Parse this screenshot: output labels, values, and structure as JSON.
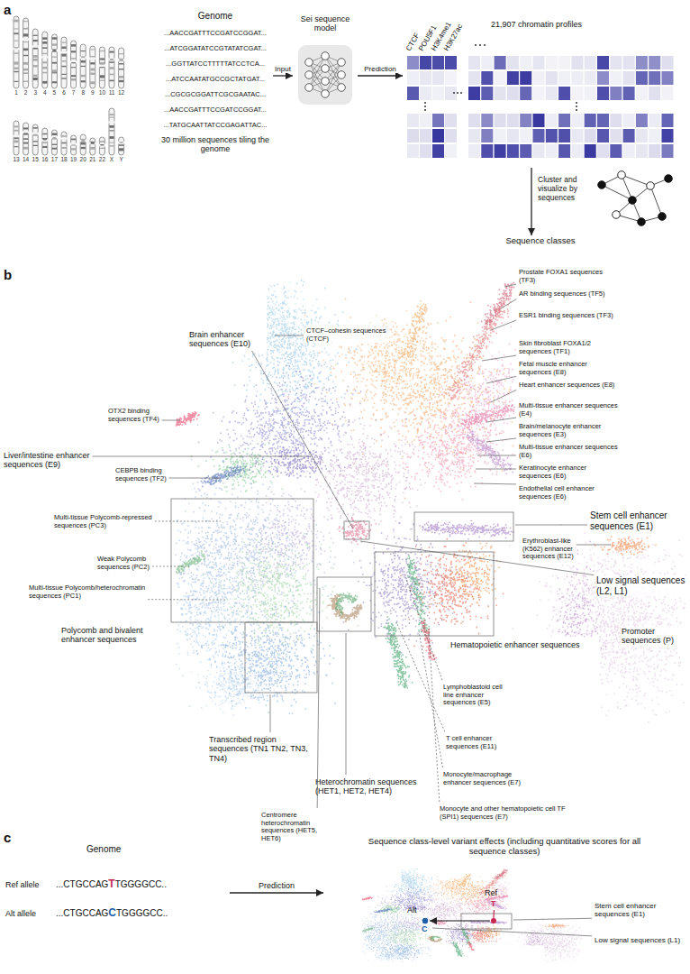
{
  "diagram": {
    "nodes": [
      {
        "text": [
          "Genome",
          "...AACCGATTTCCGATCCGGAT...",
          "...ATCGGATATCCGTATATCGAT...",
          "...GGTTATCCTTTTTATCCTCA...",
          "...ATCCAATATGCCGCTATGAT...",
          "...CGCGCGGATTCGCGAATAC...",
          "...AACCGATTTCCGATCCGGAT...",
          "...TATGCAATTATCCGAGATTAC...",
          "30 million sequences tiling the genome"
        ]
      },
      {
        "text": [
          "Sei sequence model"
        ]
      },
      {
        "text": [
          "CTCF",
          "POU5F1",
          "H3K4me1",
          "H3K27ac",
          "21,907 chromatin profiles"
        ]
      },
      {
        "text": [
          "Sequence classes"
        ]
      },
      {
        "text": [
          "Genome",
          "Ref allele",
          "...CTGCCAGTTGGGGCC..",
          "Alt allele",
          "...CTGCCAGCTGGGGCC.."
        ]
      },
      {
        "text": [
          "Sequence class-level variant effects (including quantitative scores for all sequence classes)"
        ]
      }
    ],
    "edges": [
      {
        "from": 0,
        "to": 1,
        "arrow": "to",
        "label": "Input"
      },
      {
        "from": 1,
        "to": 2,
        "arrow": "to",
        "label": "Prediction"
      },
      {
        "from": 2,
        "to": 3,
        "arrow": "to",
        "label": "Cluster and visualize by sequences"
      },
      {
        "from": 4,
        "to": 5,
        "arrow": "to",
        "label": "Prediction"
      }
    ],
    "labels": [
      "a",
      "1",
      "2",
      "3",
      "4",
      "5",
      "6",
      "7",
      "8",
      "9",
      "10",
      "11",
      "12",
      "13",
      "14",
      "15",
      "16",
      "17",
      "18",
      "19",
      "20",
      "21",
      "22",
      "X",
      "Y",
      "b",
      "CTCF–cohesin sequences (CTCF)",
      "Brain enhancer sequences (E10)",
      "OTX2 binding sequences (TF4)",
      "Liver/intestine enhancer sequences (E9)",
      "CEBPB binding sequences (TF2)",
      "Multi-tissue Polycomb-repressed sequences (PC3)",
      "Weak Polycomb sequences (PC2)",
      "Multi-tissue Polycomb/heterochromatin sequences (PC1)",
      "Polycomb and bivalent enhancer sequences",
      "Transcribed region sequences (TN1 TN2, TN3, TN4)",
      "Heterochromatin sequences (HET1, HET2, HET4)",
      "Centromere heterochromatin sequences (HET5, HET6)",
      "Hematopoietic enhancer sequences",
      "Lymphoblastoid cell line enhancer sequences (E5)",
      "T cell enhancer sequences (E11)",
      "Monocyte/macrophage enhancer sequences (E7)",
      "Monocyte and other hematopoietic cell TF (SPI1) sequences (E7)",
      "Prostate FOXA1 sequences (TF3)",
      "AR binding sequences (TF5)",
      "ESR1 binding sequences (TF3)",
      "Skin fibroblast FOXA1/2 sequences (TF1)",
      "Fetal muscle enhancer sequences (E8)",
      "Heart enhancer sequences (E8)",
      "Multi-tissue enhancer sequences (E4)",
      "Brain/melanocyte enhancer sequences (E3)",
      "Multi-tissue enhancer sequences (E6)",
      "Keratinocyte enhancer sequences (E6)",
      "Endothelial cell enhancer sequences (E6)",
      "Stem cell enhancer sequences (E1)",
      "Erythroblast-like (K562) enhancer sequences (E12)",
      "Low signal sequences (L2, L1)",
      "Promoter sequences (P)",
      "c",
      "Ref",
      "T",
      "Alt",
      "C",
      "Stem cell enhancer sequences (E1)",
      "Low signal sequences (L1)"
    ]
  }
}
